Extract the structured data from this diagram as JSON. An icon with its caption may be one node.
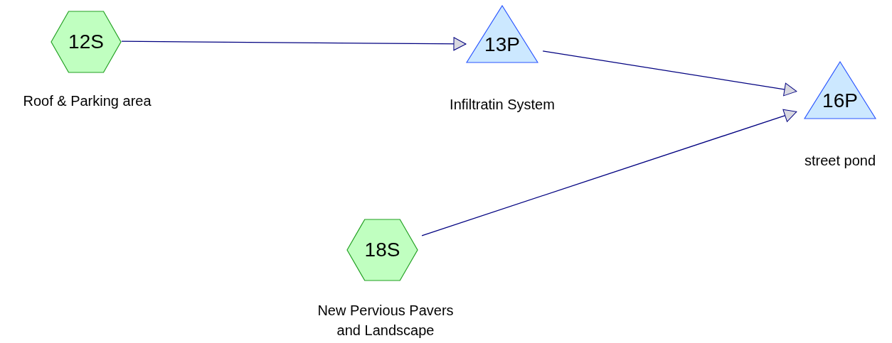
{
  "diagram": {
    "nodes": [
      {
        "text": [
          "12S"
        ],
        "beside": [
          "Roof & Parking area"
        ]
      },
      {
        "text": [
          "13P"
        ],
        "beside": [
          "Infiltratin System"
        ]
      },
      {
        "text": [
          "16P"
        ],
        "beside": [
          "street pond"
        ]
      },
      {
        "text": [
          "18S"
        ],
        "beside": [
          "New Pervious Pavers and Landscape"
        ]
      }
    ],
    "edges": [
      {
        "from": 0,
        "to": 1,
        "arrow": "to"
      },
      {
        "from": 1,
        "to": 2,
        "arrow": "to"
      },
      {
        "from": 3,
        "to": 2,
        "arrow": "to"
      }
    ]
  }
}
